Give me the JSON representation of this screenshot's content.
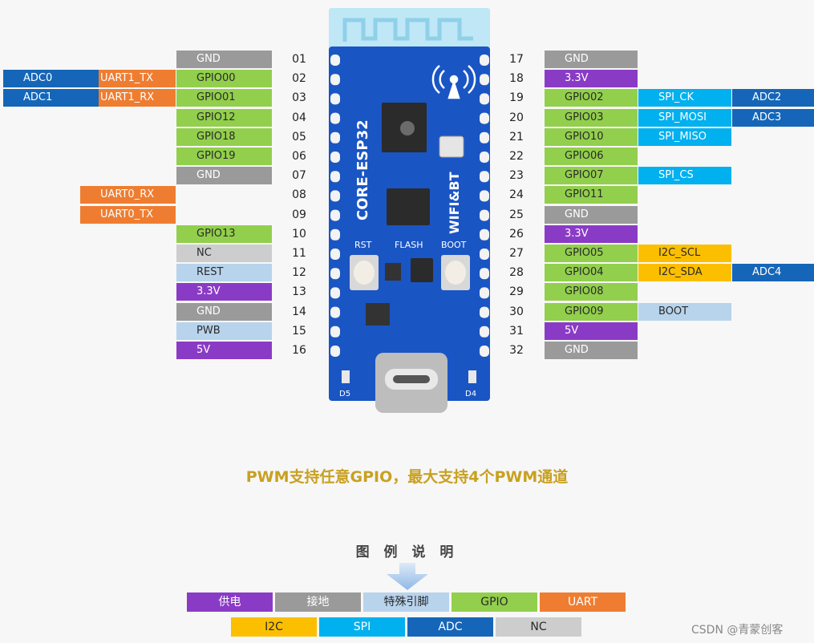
{
  "colors": {
    "power": "#8a3bc6",
    "ground": "#9a9a9a",
    "special": "#b8d3ec",
    "gpio": "#92cf4c",
    "uart": "#ef7d31",
    "i2c": "#fcbf00",
    "spi": "#00b0ef",
    "adc": "#1566b8",
    "nc": "#cdcdcd"
  },
  "left_pins": [
    {
      "num": "01",
      "name": "GND",
      "cat": "ground",
      "extras": []
    },
    {
      "num": "02",
      "name": "GPIO00",
      "cat": "gpio",
      "extras": [
        {
          "text": "UART1_TX",
          "cat": "uart"
        },
        {
          "text": "ADC0",
          "cat": "adc"
        }
      ]
    },
    {
      "num": "03",
      "name": "GPIO01",
      "cat": "gpio",
      "extras": [
        {
          "text": "UART1_RX",
          "cat": "uart"
        },
        {
          "text": "ADC1",
          "cat": "adc"
        }
      ]
    },
    {
      "num": "04",
      "name": "GPIO12",
      "cat": "gpio",
      "extras": []
    },
    {
      "num": "05",
      "name": "GPIO18",
      "cat": "gpio",
      "extras": []
    },
    {
      "num": "06",
      "name": "GPIO19",
      "cat": "gpio",
      "extras": []
    },
    {
      "num": "07",
      "name": "GND",
      "cat": "ground",
      "extras": []
    },
    {
      "num": "08",
      "name": "",
      "cat": "none",
      "extras": [
        {
          "text": "UART0_RX",
          "cat": "uart"
        }
      ]
    },
    {
      "num": "09",
      "name": "",
      "cat": "none",
      "extras": [
        {
          "text": "UART0_TX",
          "cat": "uart"
        }
      ]
    },
    {
      "num": "10",
      "name": "GPIO13",
      "cat": "gpio",
      "extras": []
    },
    {
      "num": "11",
      "name": "NC",
      "cat": "nc",
      "extras": []
    },
    {
      "num": "12",
      "name": "REST",
      "cat": "special",
      "extras": []
    },
    {
      "num": "13",
      "name": "3.3V",
      "cat": "power",
      "extras": []
    },
    {
      "num": "14",
      "name": "GND",
      "cat": "ground",
      "extras": []
    },
    {
      "num": "15",
      "name": "PWB",
      "cat": "special",
      "extras": []
    },
    {
      "num": "16",
      "name": "5V",
      "cat": "power",
      "extras": []
    }
  ],
  "right_pins": [
    {
      "num": "17",
      "name": "GND",
      "cat": "ground",
      "extras": []
    },
    {
      "num": "18",
      "name": "3.3V",
      "cat": "power",
      "extras": []
    },
    {
      "num": "19",
      "name": "GPIO02",
      "cat": "gpio",
      "extras": [
        {
          "text": "SPI_CK",
          "cat": "spi"
        },
        {
          "text": "ADC2",
          "cat": "adc"
        }
      ]
    },
    {
      "num": "20",
      "name": "GPIO03",
      "cat": "gpio",
      "extras": [
        {
          "text": "SPI_MOSI",
          "cat": "spi"
        },
        {
          "text": "ADC3",
          "cat": "adc"
        }
      ]
    },
    {
      "num": "21",
      "name": "GPIO10",
      "cat": "gpio",
      "extras": [
        {
          "text": "SPI_MISO",
          "cat": "spi"
        }
      ]
    },
    {
      "num": "22",
      "name": "GPIO06",
      "cat": "gpio",
      "extras": []
    },
    {
      "num": "23",
      "name": "GPIO07",
      "cat": "gpio",
      "extras": [
        {
          "text": "SPI_CS",
          "cat": "spi"
        }
      ]
    },
    {
      "num": "24",
      "name": "GPIO11",
      "cat": "gpio",
      "extras": []
    },
    {
      "num": "25",
      "name": "GND",
      "cat": "ground",
      "extras": []
    },
    {
      "num": "26",
      "name": "3.3V",
      "cat": "power",
      "extras": []
    },
    {
      "num": "27",
      "name": "GPIO05",
      "cat": "gpio",
      "extras": [
        {
          "text": "I2C_SCL",
          "cat": "i2c"
        }
      ]
    },
    {
      "num": "28",
      "name": "GPIO04",
      "cat": "gpio",
      "extras": [
        {
          "text": "I2C_SDA",
          "cat": "i2c"
        },
        {
          "text": "ADC4",
          "cat": "adc"
        }
      ]
    },
    {
      "num": "29",
      "name": "GPIO08",
      "cat": "gpio",
      "extras": []
    },
    {
      "num": "30",
      "name": "GPIO09",
      "cat": "gpio",
      "extras": [
        {
          "text": "BOOT",
          "cat": "special"
        }
      ]
    },
    {
      "num": "31",
      "name": "5V",
      "cat": "power",
      "extras": []
    },
    {
      "num": "32",
      "name": "GND",
      "cat": "ground",
      "extras": []
    }
  ],
  "board": {
    "chip_label": "CORE-ESP32",
    "wireless_label": "WIFI&BT",
    "rst_label": "RST",
    "flash_label": "FLASH",
    "boot_label": "BOOT",
    "led_left": "D5",
    "led_right": "D4"
  },
  "pwm_note": "PWM支持任意GPIO，最大支持4个PWM通道",
  "legend": {
    "title": "图 例 说 明",
    "row1": [
      {
        "text": "供电",
        "cat": "power"
      },
      {
        "text": "接地",
        "cat": "ground"
      },
      {
        "text": "特殊引脚",
        "cat": "special"
      },
      {
        "text": "GPIO",
        "cat": "gpio"
      },
      {
        "text": "UART",
        "cat": "uart"
      }
    ],
    "row2": [
      {
        "text": "I2C",
        "cat": "i2c"
      },
      {
        "text": "SPI",
        "cat": "spi"
      },
      {
        "text": "ADC",
        "cat": "adc"
      },
      {
        "text": "NC",
        "cat": "nc"
      }
    ]
  },
  "watermark": "CSDN @青蒙创客"
}
